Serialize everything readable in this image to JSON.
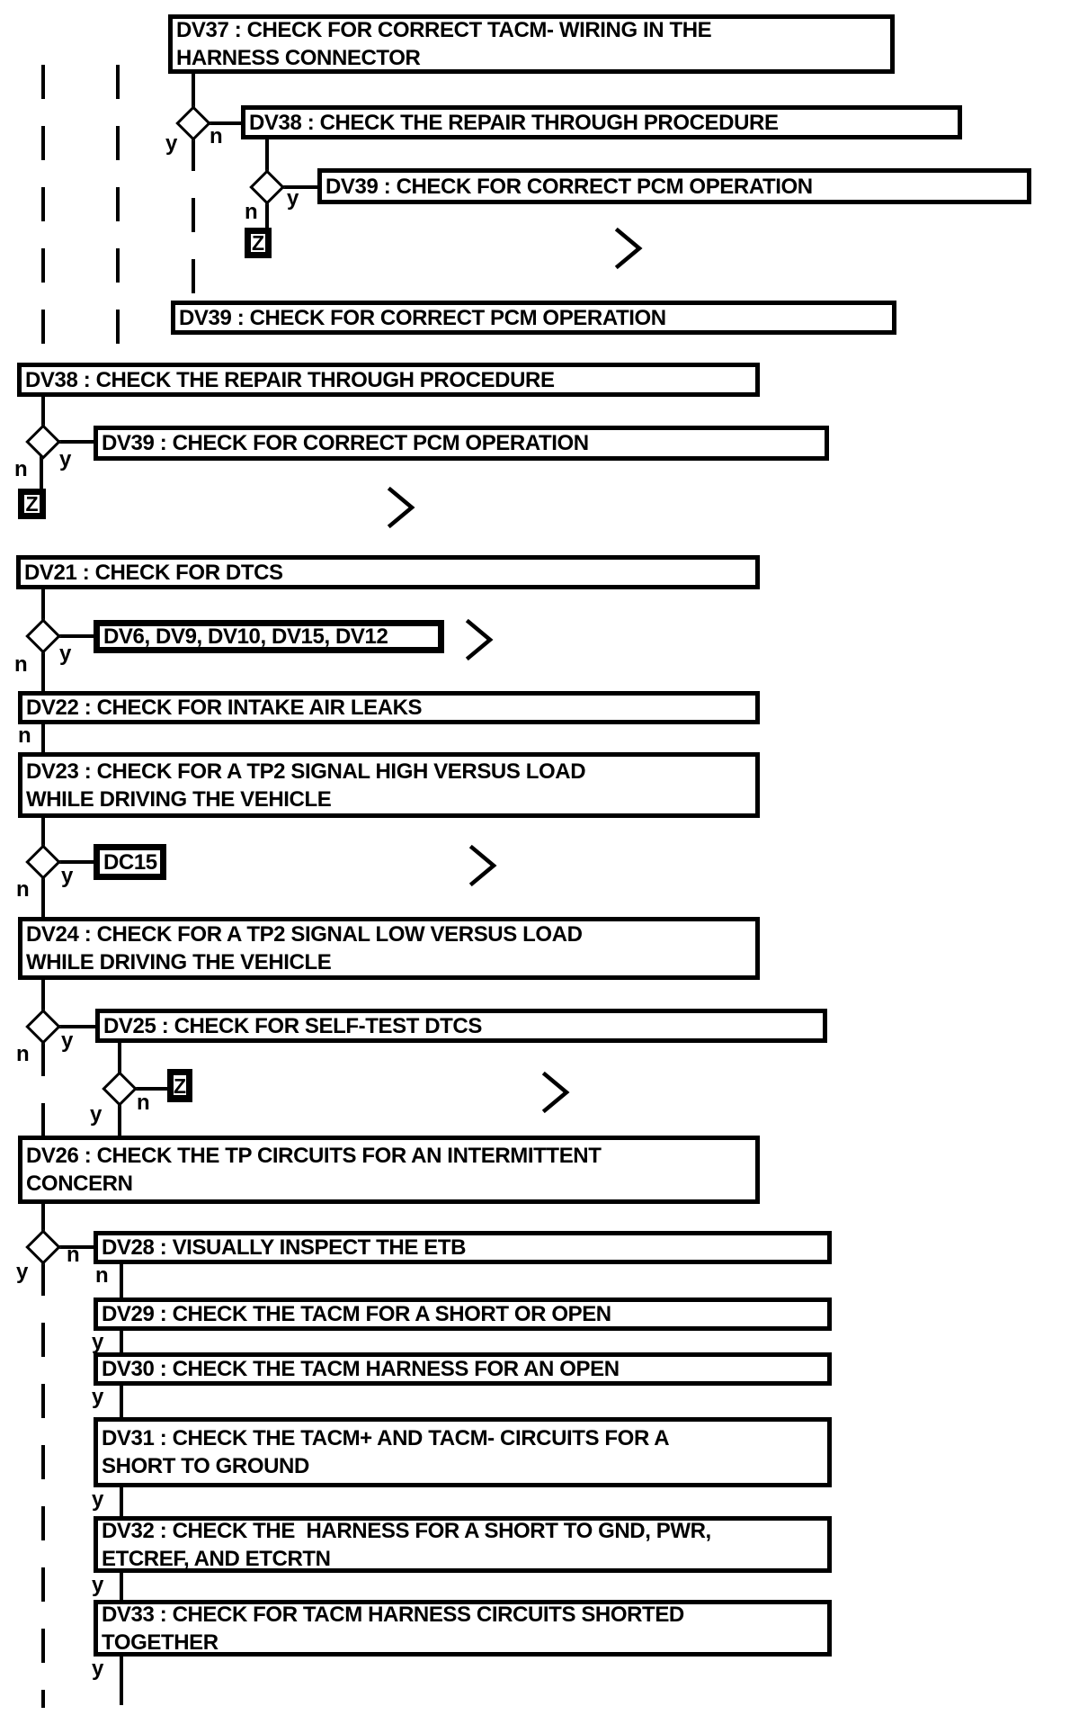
{
  "diagram": {
    "kind": "diagnostic-flowchart",
    "boxes": {
      "dv37": {
        "lines": [
          "DV37 : CHECK FOR CORRECT TACM- WIRING IN THE",
          "HARNESS CONNECTOR"
        ]
      },
      "dv38_top": {
        "lines": [
          "DV38 : CHECK THE REPAIR THROUGH PROCEDURE"
        ]
      },
      "dv39_top": {
        "lines": [
          "DV39 : CHECK FOR CORRECT PCM OPERATION"
        ]
      },
      "dv39_mid": {
        "lines": [
          "DV39 : CHECK FOR CORRECT PCM OPERATION"
        ]
      },
      "dv38_mid": {
        "lines": [
          "DV38 : CHECK THE REPAIR THROUGH PROCEDURE"
        ]
      },
      "dv39_low": {
        "lines": [
          "DV39 : CHECK FOR CORRECT PCM OPERATION"
        ]
      },
      "dv21": {
        "lines": [
          "DV21 : CHECK FOR DTCS"
        ]
      },
      "dv6_group": {
        "lines": [
          "DV6, DV9, DV10, DV15, DV12"
        ]
      },
      "dv22": {
        "lines": [
          "DV22 : CHECK FOR INTAKE AIR LEAKS"
        ]
      },
      "dv23": {
        "lines": [
          "DV23 : CHECK FOR A TP2 SIGNAL HIGH VERSUS LOAD",
          "WHILE DRIVING THE VEHICLE"
        ]
      },
      "dc15": {
        "lines": [
          "DC15"
        ]
      },
      "dv24": {
        "lines": [
          "DV24 : CHECK FOR A TP2 SIGNAL LOW VERSUS LOAD",
          "WHILE DRIVING THE VEHICLE"
        ]
      },
      "dv25": {
        "lines": [
          "DV25 : CHECK FOR SELF-TEST DTCS"
        ]
      },
      "dv26": {
        "lines": [
          "DV26 : CHECK THE TP CIRCUITS FOR AN INTERMITTENT",
          "CONCERN"
        ]
      },
      "dv28": {
        "lines": [
          "DV28 : VISUALLY INSPECT THE ETB"
        ]
      },
      "dv29": {
        "lines": [
          "DV29 : CHECK THE TACM FOR A SHORT OR OPEN"
        ]
      },
      "dv30": {
        "lines": [
          "DV30 : CHECK THE TACM HARNESS FOR AN OPEN"
        ]
      },
      "dv31": {
        "lines": [
          "DV31 : CHECK THE TACM+ AND TACM- CIRCUITS FOR A",
          "SHORT TO GROUND"
        ]
      },
      "dv32": {
        "lines": [
          "DV32 : CHECK THE  HARNESS FOR A SHORT TO GND, PWR,",
          "ETCREF, AND ETCRTN"
        ]
      },
      "dv33": {
        "lines": [
          "DV33 : CHECK FOR TACM HARNESS CIRCUITS SHORTED",
          "TOGETHER"
        ]
      }
    },
    "labels": {
      "yes": "y",
      "no": "n",
      "z": "Z"
    },
    "icons": {
      "continuation": "chevron-right"
    },
    "colors": {
      "ink": "#000000",
      "paper": "#ffffff"
    }
  }
}
